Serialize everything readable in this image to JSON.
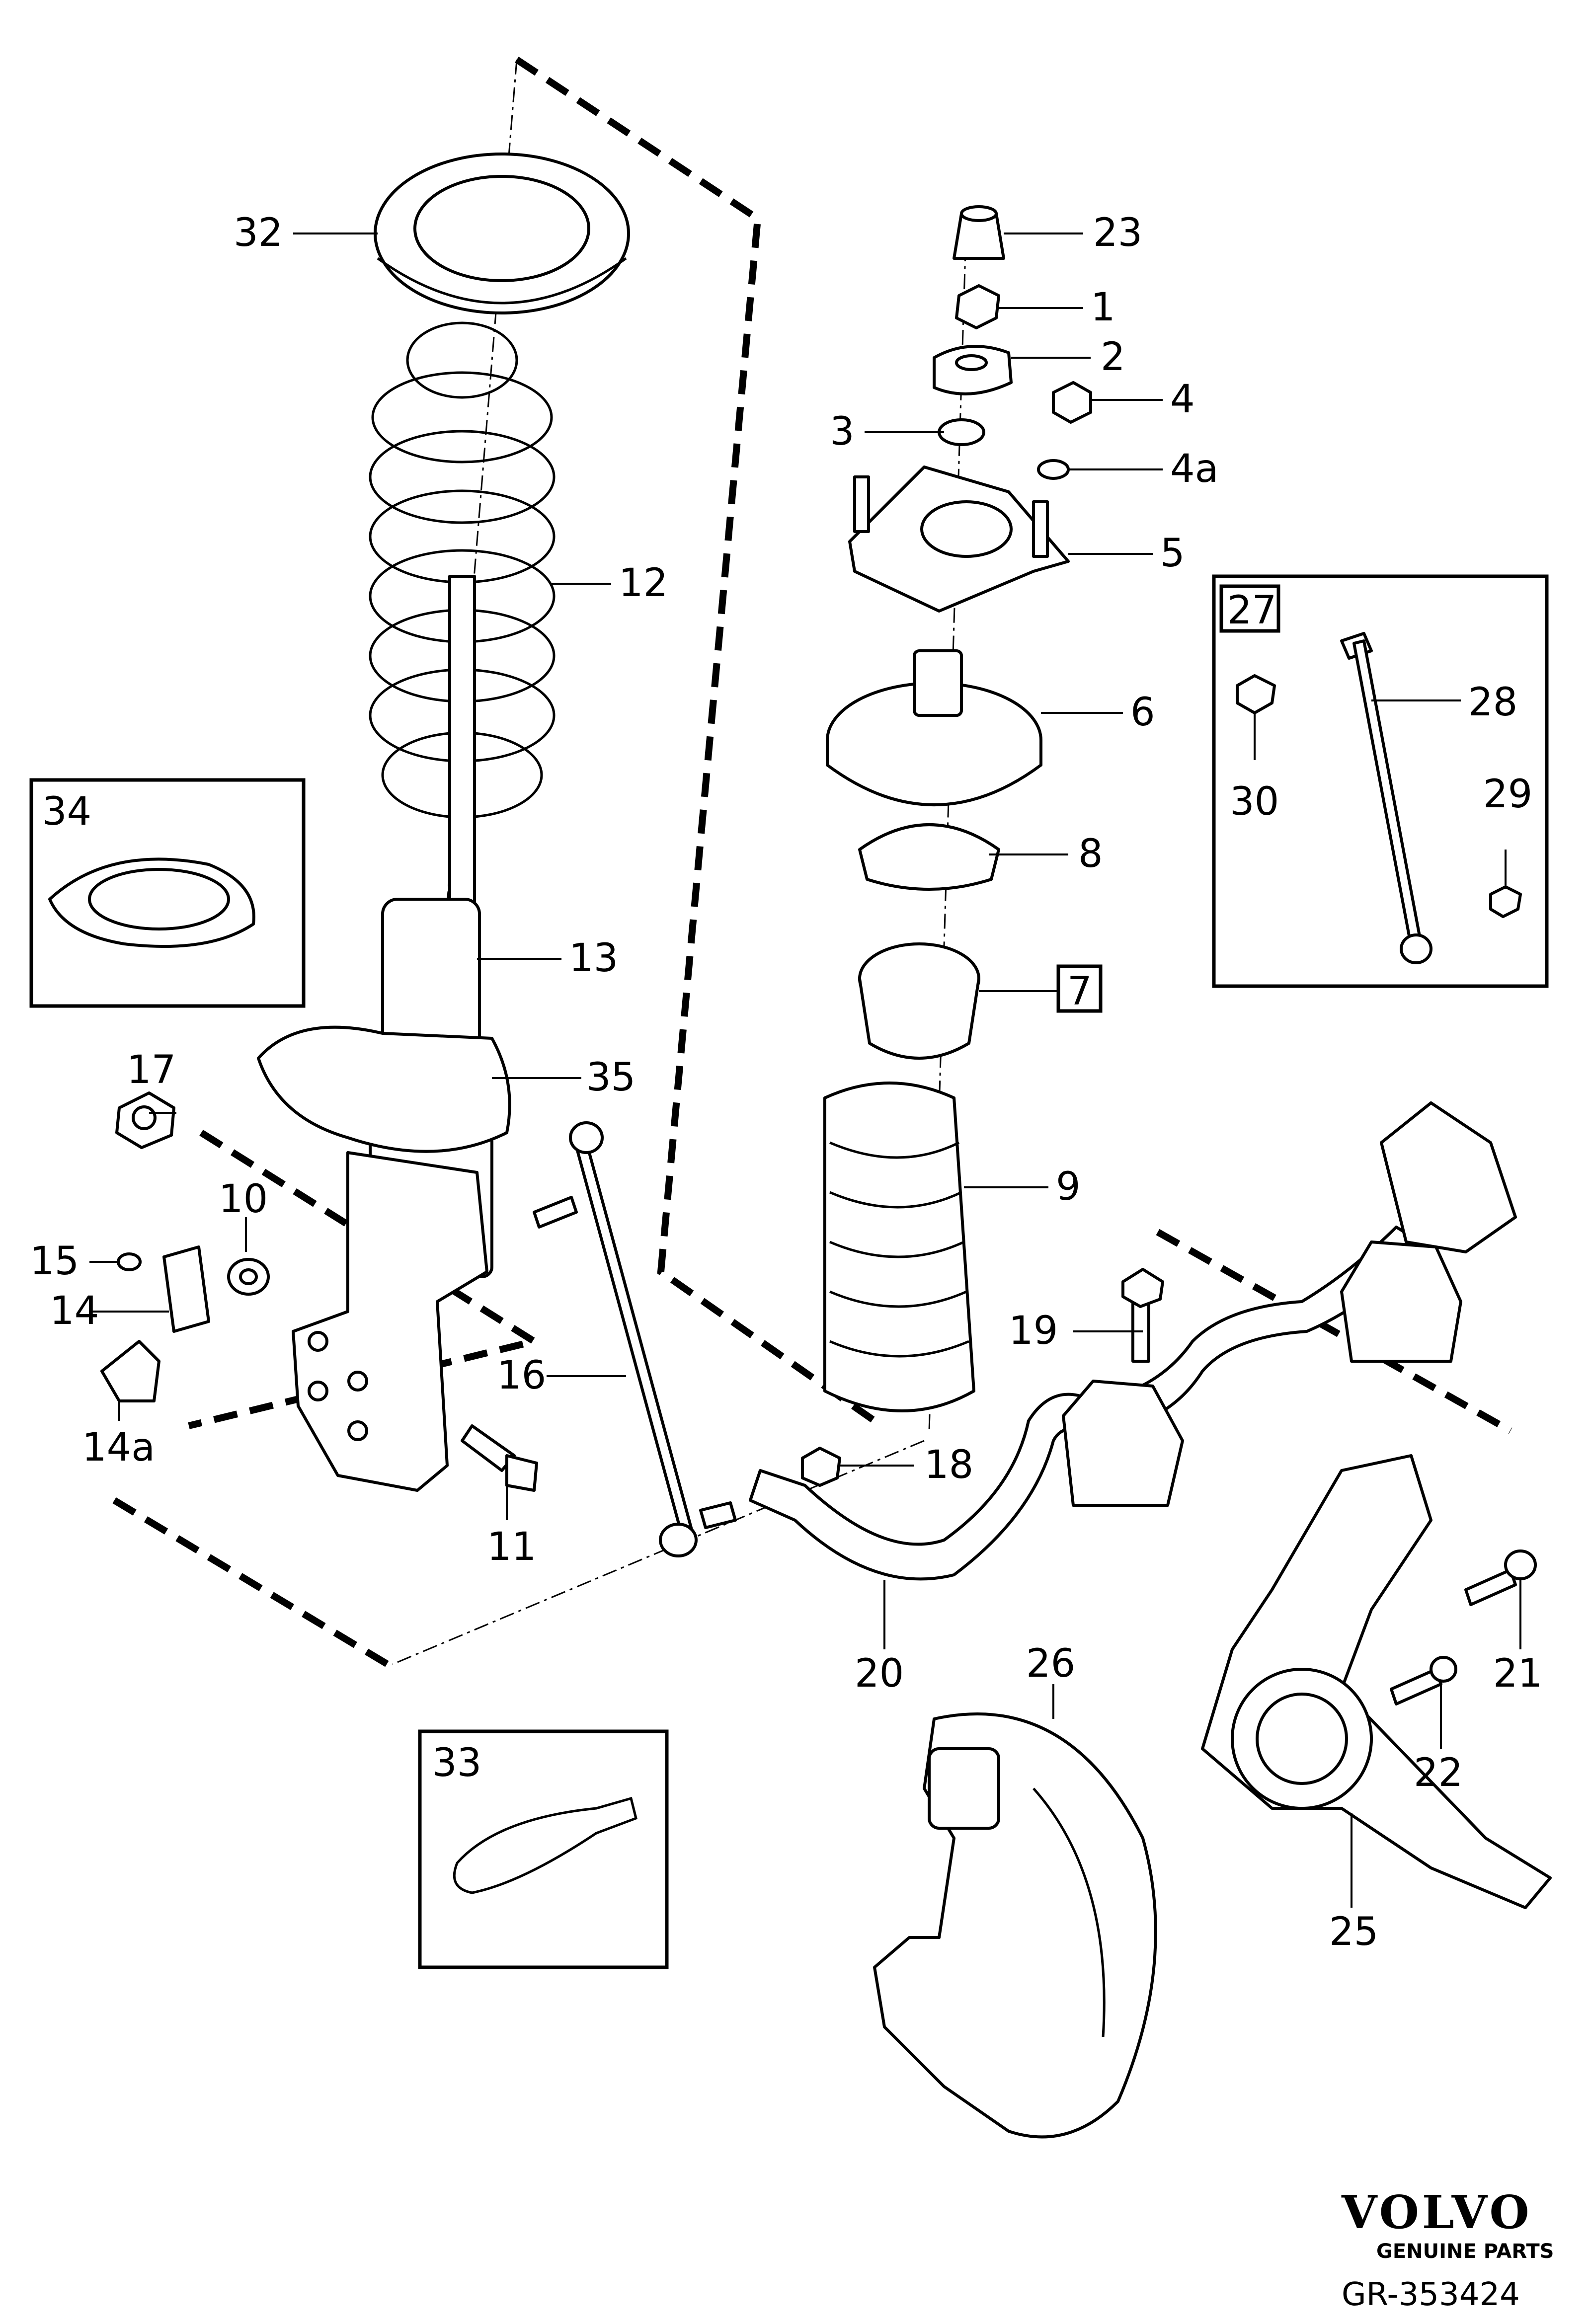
{
  "diagram": {
    "callouts": [
      {
        "id": "1",
        "label": "1",
        "boxed": false
      },
      {
        "id": "2",
        "label": "2",
        "boxed": false
      },
      {
        "id": "3",
        "label": "3",
        "boxed": false
      },
      {
        "id": "4",
        "label": "4",
        "boxed": false
      },
      {
        "id": "4a",
        "label": "4a",
        "boxed": false
      },
      {
        "id": "5",
        "label": "5",
        "boxed": false
      },
      {
        "id": "6",
        "label": "6",
        "boxed": false
      },
      {
        "id": "7",
        "label": "7",
        "boxed": true
      },
      {
        "id": "8",
        "label": "8",
        "boxed": false
      },
      {
        "id": "9",
        "label": "9",
        "boxed": false
      },
      {
        "id": "10",
        "label": "10",
        "boxed": false
      },
      {
        "id": "11",
        "label": "11",
        "boxed": false
      },
      {
        "id": "12",
        "label": "12",
        "boxed": false
      },
      {
        "id": "13",
        "label": "13",
        "boxed": false
      },
      {
        "id": "14",
        "label": "14",
        "boxed": false
      },
      {
        "id": "14a",
        "label": "14a",
        "boxed": false
      },
      {
        "id": "15",
        "label": "15",
        "boxed": false
      },
      {
        "id": "16",
        "label": "16",
        "boxed": false
      },
      {
        "id": "17",
        "label": "17",
        "boxed": false
      },
      {
        "id": "18",
        "label": "18",
        "boxed": false
      },
      {
        "id": "19",
        "label": "19",
        "boxed": false
      },
      {
        "id": "20",
        "label": "20",
        "boxed": false
      },
      {
        "id": "21",
        "label": "21",
        "boxed": false
      },
      {
        "id": "22",
        "label": "22",
        "boxed": false
      },
      {
        "id": "23",
        "label": "23",
        "boxed": false
      },
      {
        "id": "25",
        "label": "25",
        "boxed": false
      },
      {
        "id": "26",
        "label": "26",
        "boxed": false
      },
      {
        "id": "27",
        "label": "27",
        "boxed": true
      },
      {
        "id": "28",
        "label": "28",
        "boxed": false
      },
      {
        "id": "29",
        "label": "29",
        "boxed": false
      },
      {
        "id": "30",
        "label": "30",
        "boxed": false
      },
      {
        "id": "32",
        "label": "32",
        "boxed": false
      },
      {
        "id": "33",
        "label": "33",
        "boxed": false
      },
      {
        "id": "34",
        "label": "34",
        "boxed": false
      },
      {
        "id": "35",
        "label": "35",
        "boxed": false
      }
    ],
    "brand": {
      "name": "VOLVO",
      "subtitle": "GENUINE PARTS",
      "reference": "GR-353424"
    }
  }
}
